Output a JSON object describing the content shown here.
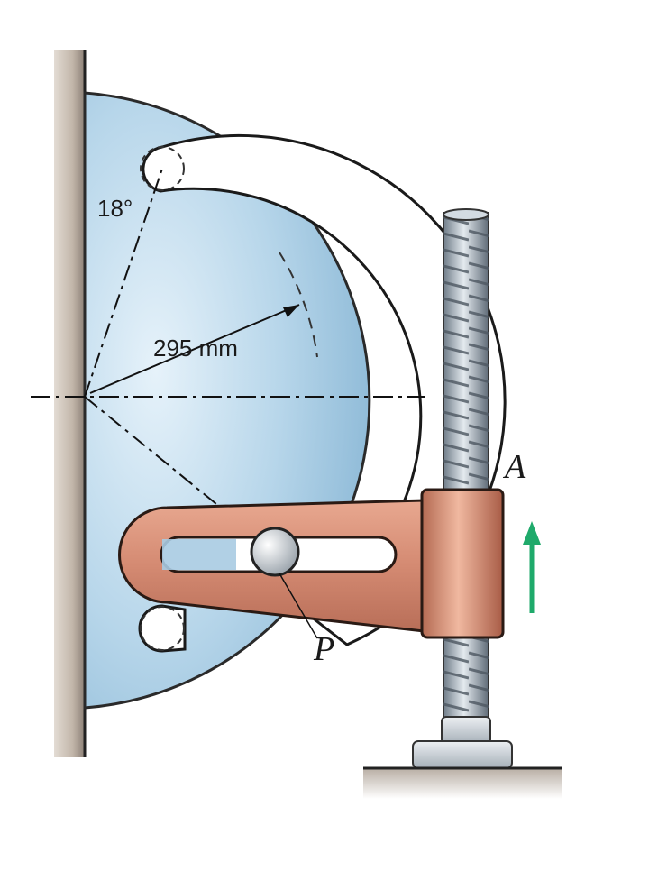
{
  "labels": {
    "angle": "18°",
    "radius": "295 mm",
    "point_a": "A",
    "point_p": "P"
  },
  "colors": {
    "disk": "#9cc4df",
    "disk_light": "#d6e9f5",
    "wall": "#c9bfb5",
    "bracket": "#d9907a",
    "bracket_dark": "#a95e48",
    "screw": "#9aa7b3",
    "arrow": "#1faa6b"
  },
  "icons": {
    "force_arrow": "up-arrow-icon"
  }
}
